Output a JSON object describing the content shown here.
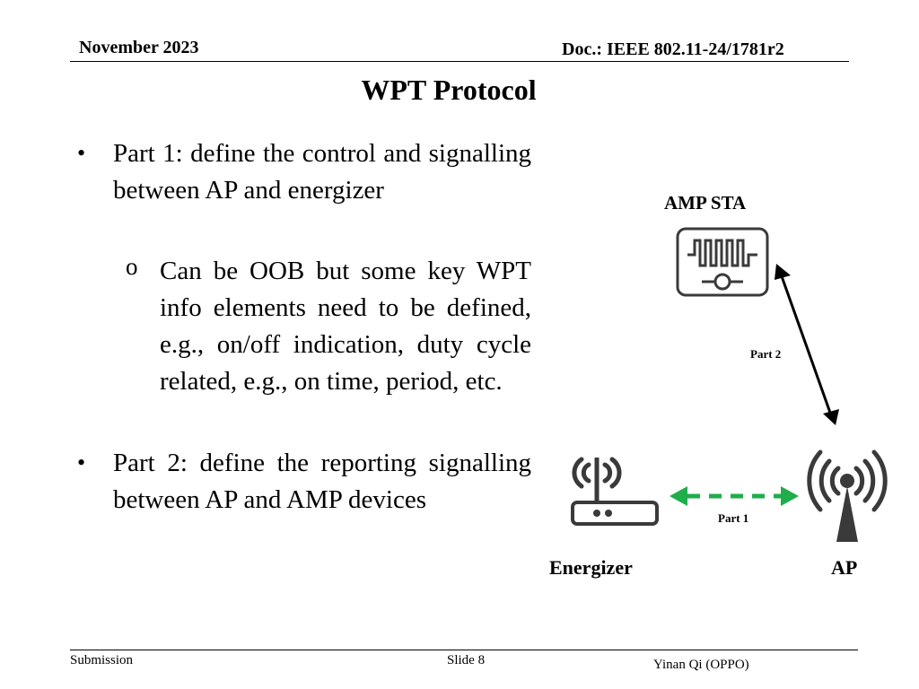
{
  "header": {
    "date": "November 2023",
    "doc": "Doc.: IEEE 802.11-24/1781r2"
  },
  "slide": {
    "title": "WPT Protocol",
    "bullets": [
      {
        "marker": "•",
        "text": "Part 1: define the control and signalling between AP and energizer",
        "sub": {
          "marker": "o",
          "text": "Can be OOB but some key WPT info elements need to be defined, e.g., on/off indication, duty cycle related, e.g., on time, period, etc."
        }
      },
      {
        "marker": "•",
        "text": "Part 2: define the reporting signalling between AP and AMP devices"
      }
    ]
  },
  "diagram": {
    "amp_sta_label": "AMP STA",
    "energizer_label": "Energizer",
    "ap_label": "AP",
    "part1_label": "Part 1",
    "part2_label": "Part 2",
    "colors": {
      "part1_arrow": "#1fae4b",
      "part2_arrow": "#000000",
      "icon_stroke": "#3a3a3a"
    },
    "icons": [
      "amp-sta-device-icon",
      "energizer-router-icon",
      "ap-antenna-icon"
    ]
  },
  "footer": {
    "left": "Submission",
    "center": "Slide 8",
    "right": "Yinan Qi (OPPO)"
  }
}
